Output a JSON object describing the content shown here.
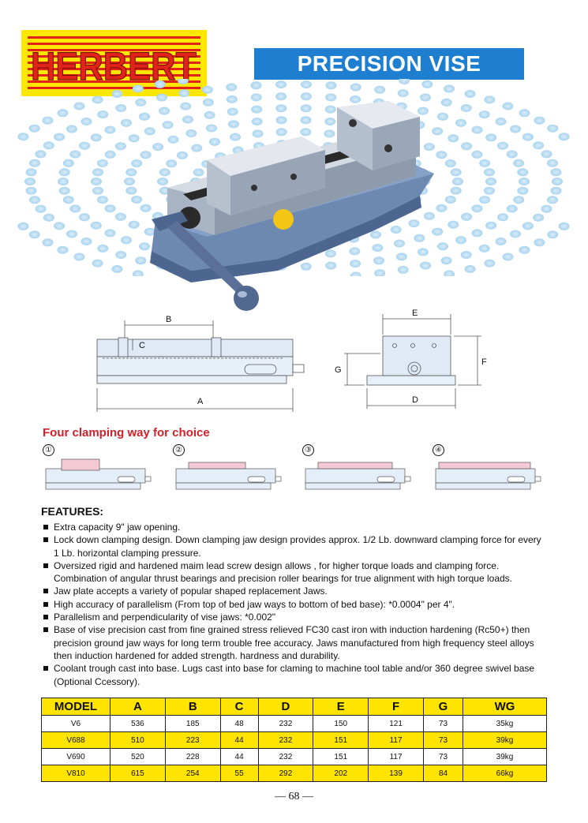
{
  "brand": {
    "logo_text": "HERBERT"
  },
  "title": "PRECISION VISE",
  "dimension_labels": [
    "B",
    "C",
    "A",
    "E",
    "F",
    "G",
    "D"
  ],
  "clamping": {
    "title": "Four clamping way for choice",
    "options": [
      "①",
      "②",
      "③",
      "④"
    ]
  },
  "features": {
    "title": "FEATURES:",
    "items": [
      "Extra capacity 9\" jaw opening.",
      "Lock down clamping design. Down clamping jaw design provides approx. 1/2 Lb. downward clamping force for every 1 Lb. horizontal clamping pressure.",
      "Oversized rigid and hardened maim lead screw design allows , for higher torque loads and clamping force. Combination of angular thrust bearings and precision roller bearings for true alignment with high torque loads.",
      "Jaw plate accepts a variety of popular shaped replacement Jaws.",
      "High accuracy of parallelism (From top of bed jaw ways to bottom of bed base): *0.0004\" per 4\".",
      "Parallelism and perpendicularity of vise jaws: *0.002\"",
      "Base of vise precision cast from fine grained stress relieved FC30 cast iron with induction hardening (Rc50+) then precision ground jaw ways for long term trouble free accuracy. Jaws manufactured from high frequency steel alloys then induction hardened for added strength. hardness and durability.",
      "Coolant trough cast into base. Lugs cast into base for claming to machine tool table and/or 360 degree swivel base (Optional Ccessory)."
    ]
  },
  "table": {
    "headers": [
      "MODEL",
      "A",
      "B",
      "C",
      "D",
      "E",
      "F",
      "G",
      "WG"
    ],
    "rows": [
      [
        "V6",
        "536",
        "185",
        "48",
        "232",
        "150",
        "121",
        "73",
        "35kg"
      ],
      [
        "V688",
        "510",
        "223",
        "44",
        "232",
        "151",
        "117",
        "73",
        "39kg"
      ],
      [
        "V690",
        "520",
        "228",
        "44",
        "232",
        "151",
        "117",
        "73",
        "39kg"
      ],
      [
        "V810",
        "615",
        "254",
        "55",
        "292",
        "202",
        "139",
        "84",
        "66kg"
      ]
    ]
  },
  "page_number": "— 68 —",
  "colors": {
    "brand_yellow": "#ffe700",
    "brand_red": "#e2231a",
    "title_blue": "#1e7fd1",
    "accent_red": "#d4202a"
  }
}
